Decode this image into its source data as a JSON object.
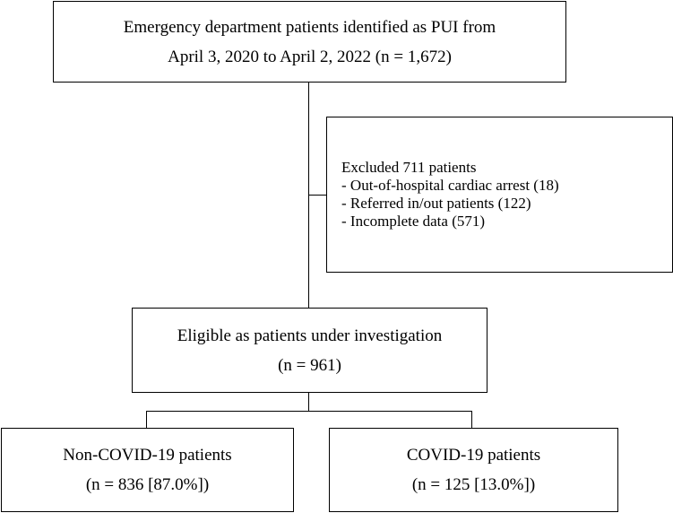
{
  "flowchart": {
    "identified": {
      "line1": "Emergency department patients identified as PUI from",
      "line2": "April 3, 2020 to April 2, 2022 (n = 1,672)"
    },
    "excluded": {
      "title": "Excluded 711 patients",
      "items": [
        "- Out-of-hospital cardiac arrest (18)",
        "- Referred in/out patients (122)",
        "- Incomplete data (571)"
      ]
    },
    "eligible": {
      "line1": "Eligible as patients under investigation",
      "line2": "(n = 961)"
    },
    "non_covid": {
      "line1": "Non-COVID-19 patients",
      "line2": "(n = 836 [87.0%])"
    },
    "covid": {
      "line1": "COVID-19 patients",
      "line2": "(n = 125 [13.0%])"
    }
  }
}
